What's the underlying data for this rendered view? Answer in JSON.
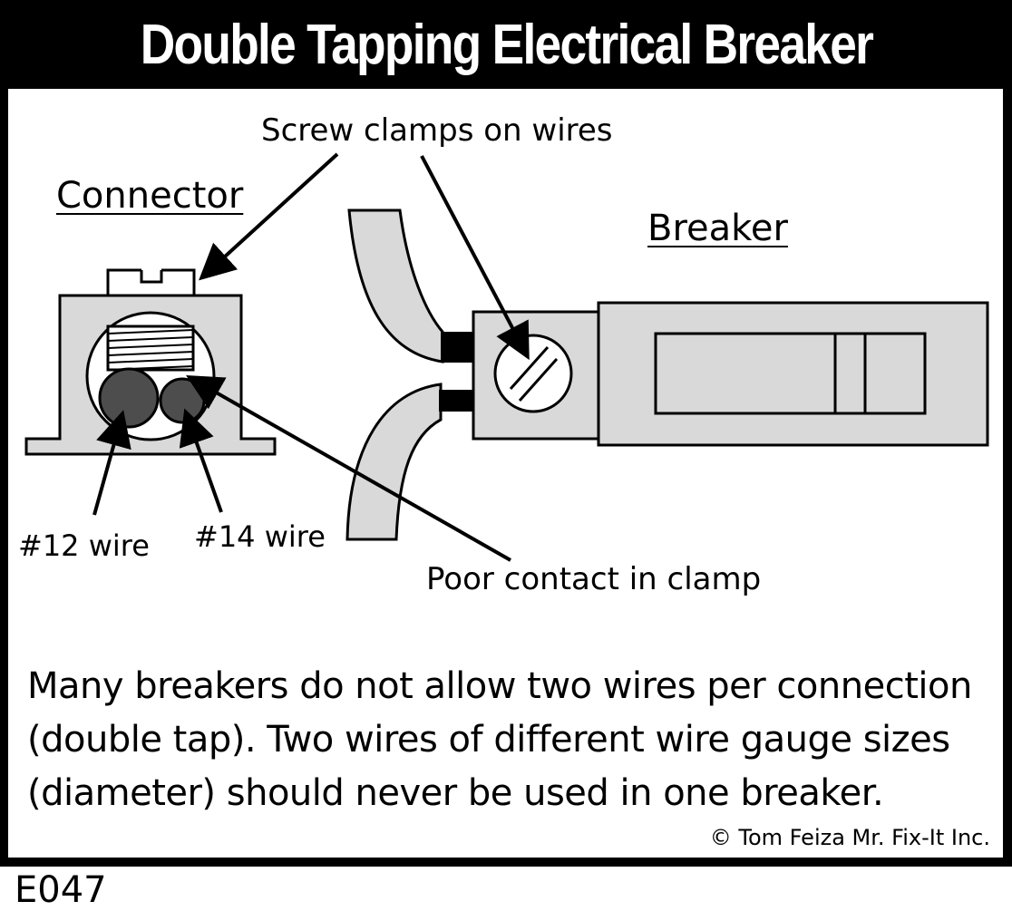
{
  "title": "Double Tapping Electrical Breaker",
  "labels": {
    "connector": "Connector",
    "breaker": "Breaker",
    "screw_clamps": "Screw clamps on wires",
    "wire_12": "#12 wire",
    "wire_14": "#14 wire",
    "poor_contact": "Poor contact in clamp"
  },
  "caption": [
    "Many breakers do not allow two wires per connection",
    "(double tap). Two wires of different wire gauge sizes",
    "(diameter) should never be used in one breaker."
  ],
  "credit": "© Tom Feiza Mr. Fix-It Inc.",
  "code": "E047",
  "colors": {
    "frame": "#000000",
    "part_fill": "#d9d9d9",
    "wire_fill": "#4d4d4d"
  }
}
